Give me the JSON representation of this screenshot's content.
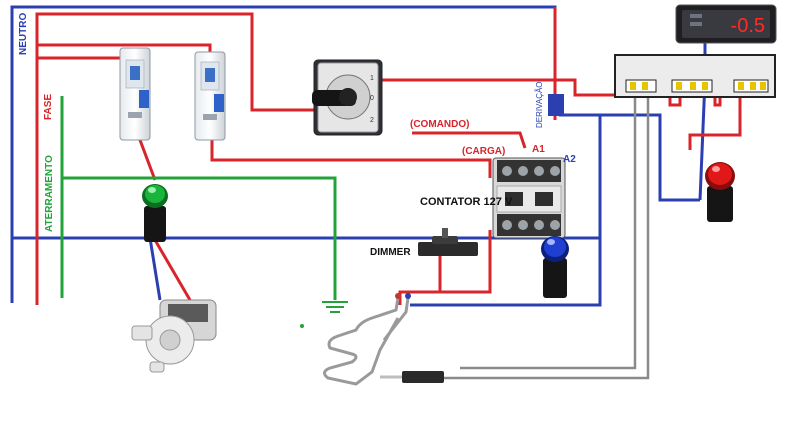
{
  "labels": {
    "neutro": "NEUTRO",
    "fase": "FASE",
    "aterramento": "ATERRAMENTO",
    "derivacao": "DERIVAÇÃO",
    "comando": "(COMANDO)",
    "carga": "(CARGA)",
    "a1": "A1",
    "a2": "A2",
    "contator": "CONTATOR 127 V",
    "dimmer": "DIMMER",
    "switch_0": "0",
    "switch_1": "1",
    "switch_2": "2"
  },
  "thermostat": {
    "display": "-0.5"
  },
  "colors": {
    "neutral_wire": "#2b3fb0",
    "phase_wire": "#d8242a",
    "ground_wire": "#22a33a",
    "sensor_wire": "#8a8a8a",
    "pilot_green": "#19b53a",
    "pilot_red": "#e01818",
    "pilot_blue": "#1f3fd0"
  },
  "icons": {
    "breakers": "breaker-icon",
    "selector": "rotary-selector-switch-icon",
    "contactor": "contactor-icon",
    "thermostat": "digital-thermostat-icon",
    "terminal": "terminal-block-icon",
    "pump": "drain-pump-icon",
    "heater": "heating-element-icon",
    "sensor": "temperature-sensor-probe-icon",
    "ground": "ground-symbol-icon"
  }
}
